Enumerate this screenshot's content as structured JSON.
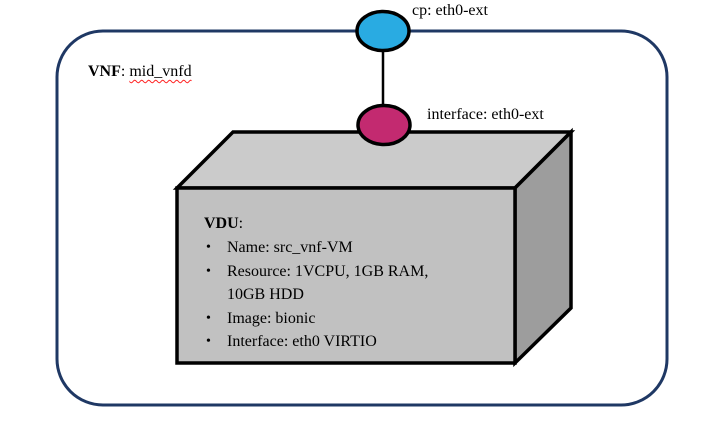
{
  "diagram": {
    "cp_label": "cp: eth0-ext",
    "interface_label": "interface: eth0-ext",
    "vnf": {
      "prefix": "VNF",
      "separator": ": ",
      "name": "mid_vnfd"
    },
    "vdu": {
      "title": "VDU",
      "title_colon": ":",
      "bullet": "•",
      "items": [
        {
          "lines": [
            "Name: src_vnf-VM"
          ]
        },
        {
          "lines": [
            "Resource: 1VCPU, 1GB RAM,",
            "10GB HDD"
          ]
        },
        {
          "lines": [
            "Image: bionic"
          ]
        },
        {
          "lines": [
            "Interface: eth0 VIRTIO"
          ]
        }
      ]
    },
    "colors": {
      "container_border": "#1F3864",
      "cp_fill": "#29ABE2",
      "interface_fill": "#C32A70",
      "shape_outline": "#000000",
      "box_front": "#C1C1C1",
      "box_top": "#CBCBCB",
      "box_right": "#9D9D9D",
      "connector": "#000000",
      "misspell_underline": "#FF2020"
    }
  }
}
